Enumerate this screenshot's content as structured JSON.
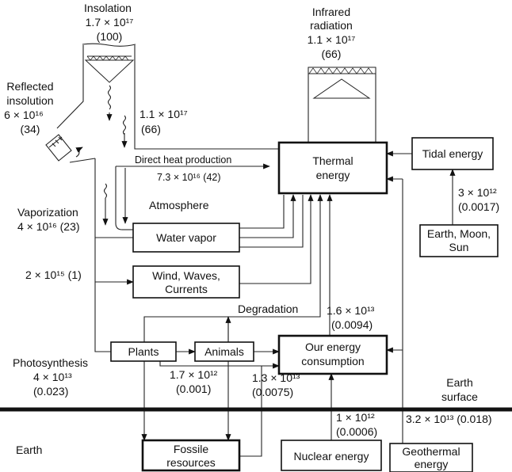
{
  "sources": {
    "insolation": {
      "name": "Insolation",
      "value": "1.7 × 10¹⁷",
      "percent": "(100)"
    },
    "infrared": {
      "name1": "Infrared",
      "name2": "radiation",
      "value": "1.1 × 10¹⁷",
      "percent": "(66)"
    },
    "reflected": {
      "name1": "Reflected",
      "name2": "insolution",
      "value": "6 × 10¹⁶",
      "percent": "(34)"
    },
    "absorbed": {
      "value": "1.1 × 10¹⁷",
      "percent": "(66)"
    },
    "direct_heat": {
      "label": "Direct heat production",
      "value": "7.3 × 10¹⁶ (42)"
    },
    "vaporization": {
      "label": "Vaporization",
      "value": "4 × 10¹⁶ (23)"
    },
    "wind_flow": {
      "value": "2 × 10¹⁵ (1)"
    },
    "photosynthesis": {
      "label": "Photosynthesis",
      "value": "4 × 10¹³",
      "percent": "(0.023)"
    },
    "plants_flow": {
      "value": "1.7 × 10¹²",
      "percent": "(0.001)"
    },
    "fossil_flow": {
      "value": "1.3 × 10¹³",
      "percent": "(0.0075)"
    },
    "consumption_flow": {
      "value": "1.6 × 10¹³",
      "percent": "(0.0094)"
    },
    "tidal_flow": {
      "value": "3 × 10¹²",
      "percent": "(0.0017)"
    },
    "nuclear_flow": {
      "value": "1 × 10¹²",
      "percent": "(0.0006)"
    },
    "geothermal_flow": {
      "value": "3.2 × 10¹³ (0.018)"
    }
  },
  "labels": {
    "atmosphere": "Atmosphere",
    "degradation": "Degradation",
    "earth_surface1": "Earth",
    "earth_surface2": "surface",
    "earth": "Earth"
  },
  "boxes": {
    "thermal": {
      "line1": "Thermal",
      "line2": "energy"
    },
    "tidal": "Tidal energy",
    "earth_moon_sun": {
      "line1": "Earth, Moon,",
      "line2": "Sun"
    },
    "water_vapor": "Water vapor",
    "wind": {
      "line1": "Wind, Waves,",
      "line2": "Currents"
    },
    "plants": "Plants",
    "animals": "Animals",
    "our_energy": {
      "line1": "Our energy",
      "line2": "consumption"
    },
    "fossil": {
      "line1": "Fossile",
      "line2": "resources"
    },
    "nuclear": "Nuclear energy",
    "geothermal": {
      "line1": "Geothermal",
      "line2": "energy"
    }
  }
}
